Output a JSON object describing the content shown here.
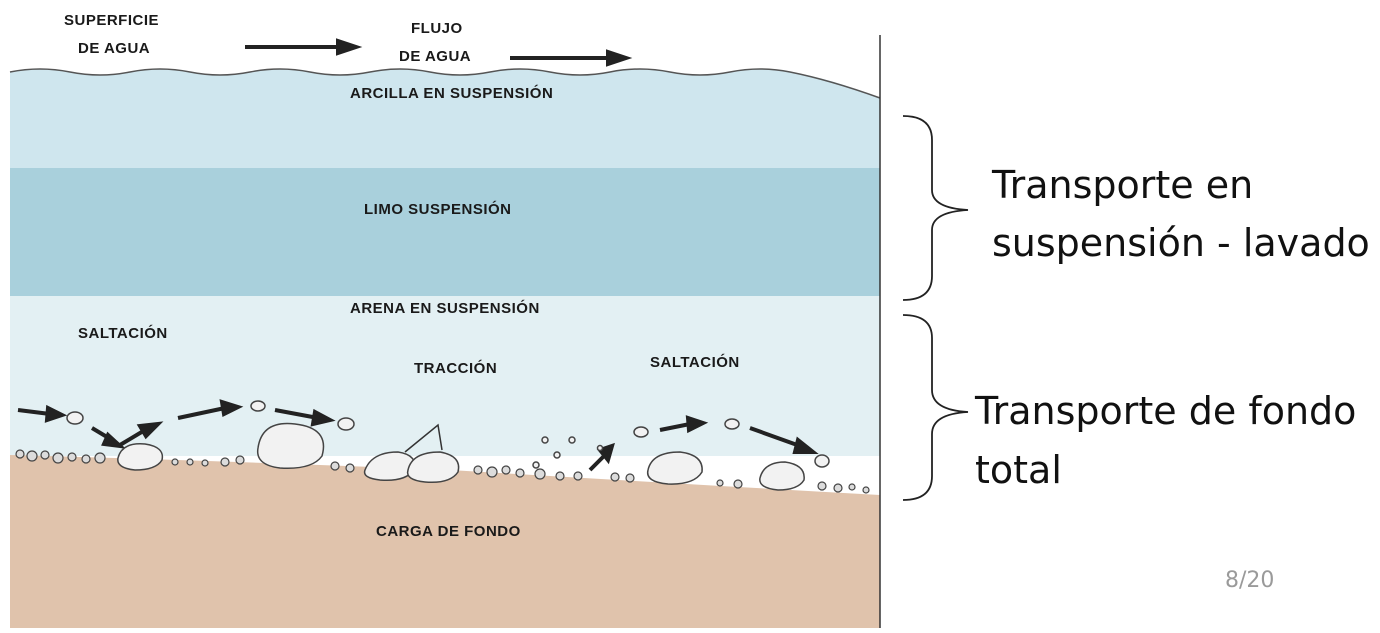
{
  "diagram": {
    "labels": {
      "surface_line1": "SUPERFICIE",
      "surface_line2": "DE AGUA",
      "flow_line1": "FLUJO",
      "flow_line2": "DE AGUA",
      "clay": "ARCILLA EN SUSPENSIÓN",
      "silt": "LIMO SUSPENSIÓN",
      "sand": "ARENA EN SUSPENSIÓN",
      "saltation_left": "SALTACIÓN",
      "traction": "TRACCIÓN",
      "saltation_right": "SALTACIÓN",
      "bed_load": "CARGA DE FONDO"
    },
    "colors": {
      "water_light": "#cfe6ee",
      "silt_band": "#a9d0dc",
      "near_bed": "#e3f0f3",
      "sediment": "#e0c3ac",
      "outline": "#333333"
    }
  },
  "annotations": {
    "suspended_line1": "Transporte en",
    "suspended_line2": "suspensión - lavado",
    "bed_line1": "Transporte de fondo",
    "bed_line2": "total"
  },
  "page_number": "8/20"
}
